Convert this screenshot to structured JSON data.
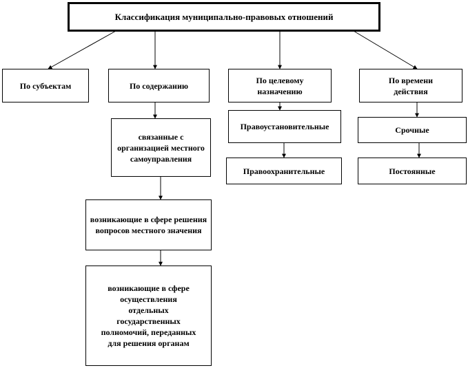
{
  "title": "Классификация муниципально-правовых отношений",
  "categories": {
    "subjects": "По субъектам",
    "content": "По содержанию",
    "purpose": "По целевому назначению",
    "time": "По времени действия"
  },
  "content_items": [
    "связанные с организацией местного самоуправления",
    "возникающие в сфере решения вопросов местного значения",
    "возникающие в сфере осуществления отдельных государственных полномочий, переданных для решения органам"
  ],
  "purpose_items": [
    "Правоустановительные",
    "Правоохранительные"
  ],
  "time_items": [
    "Срочные",
    "Постоянные"
  ]
}
